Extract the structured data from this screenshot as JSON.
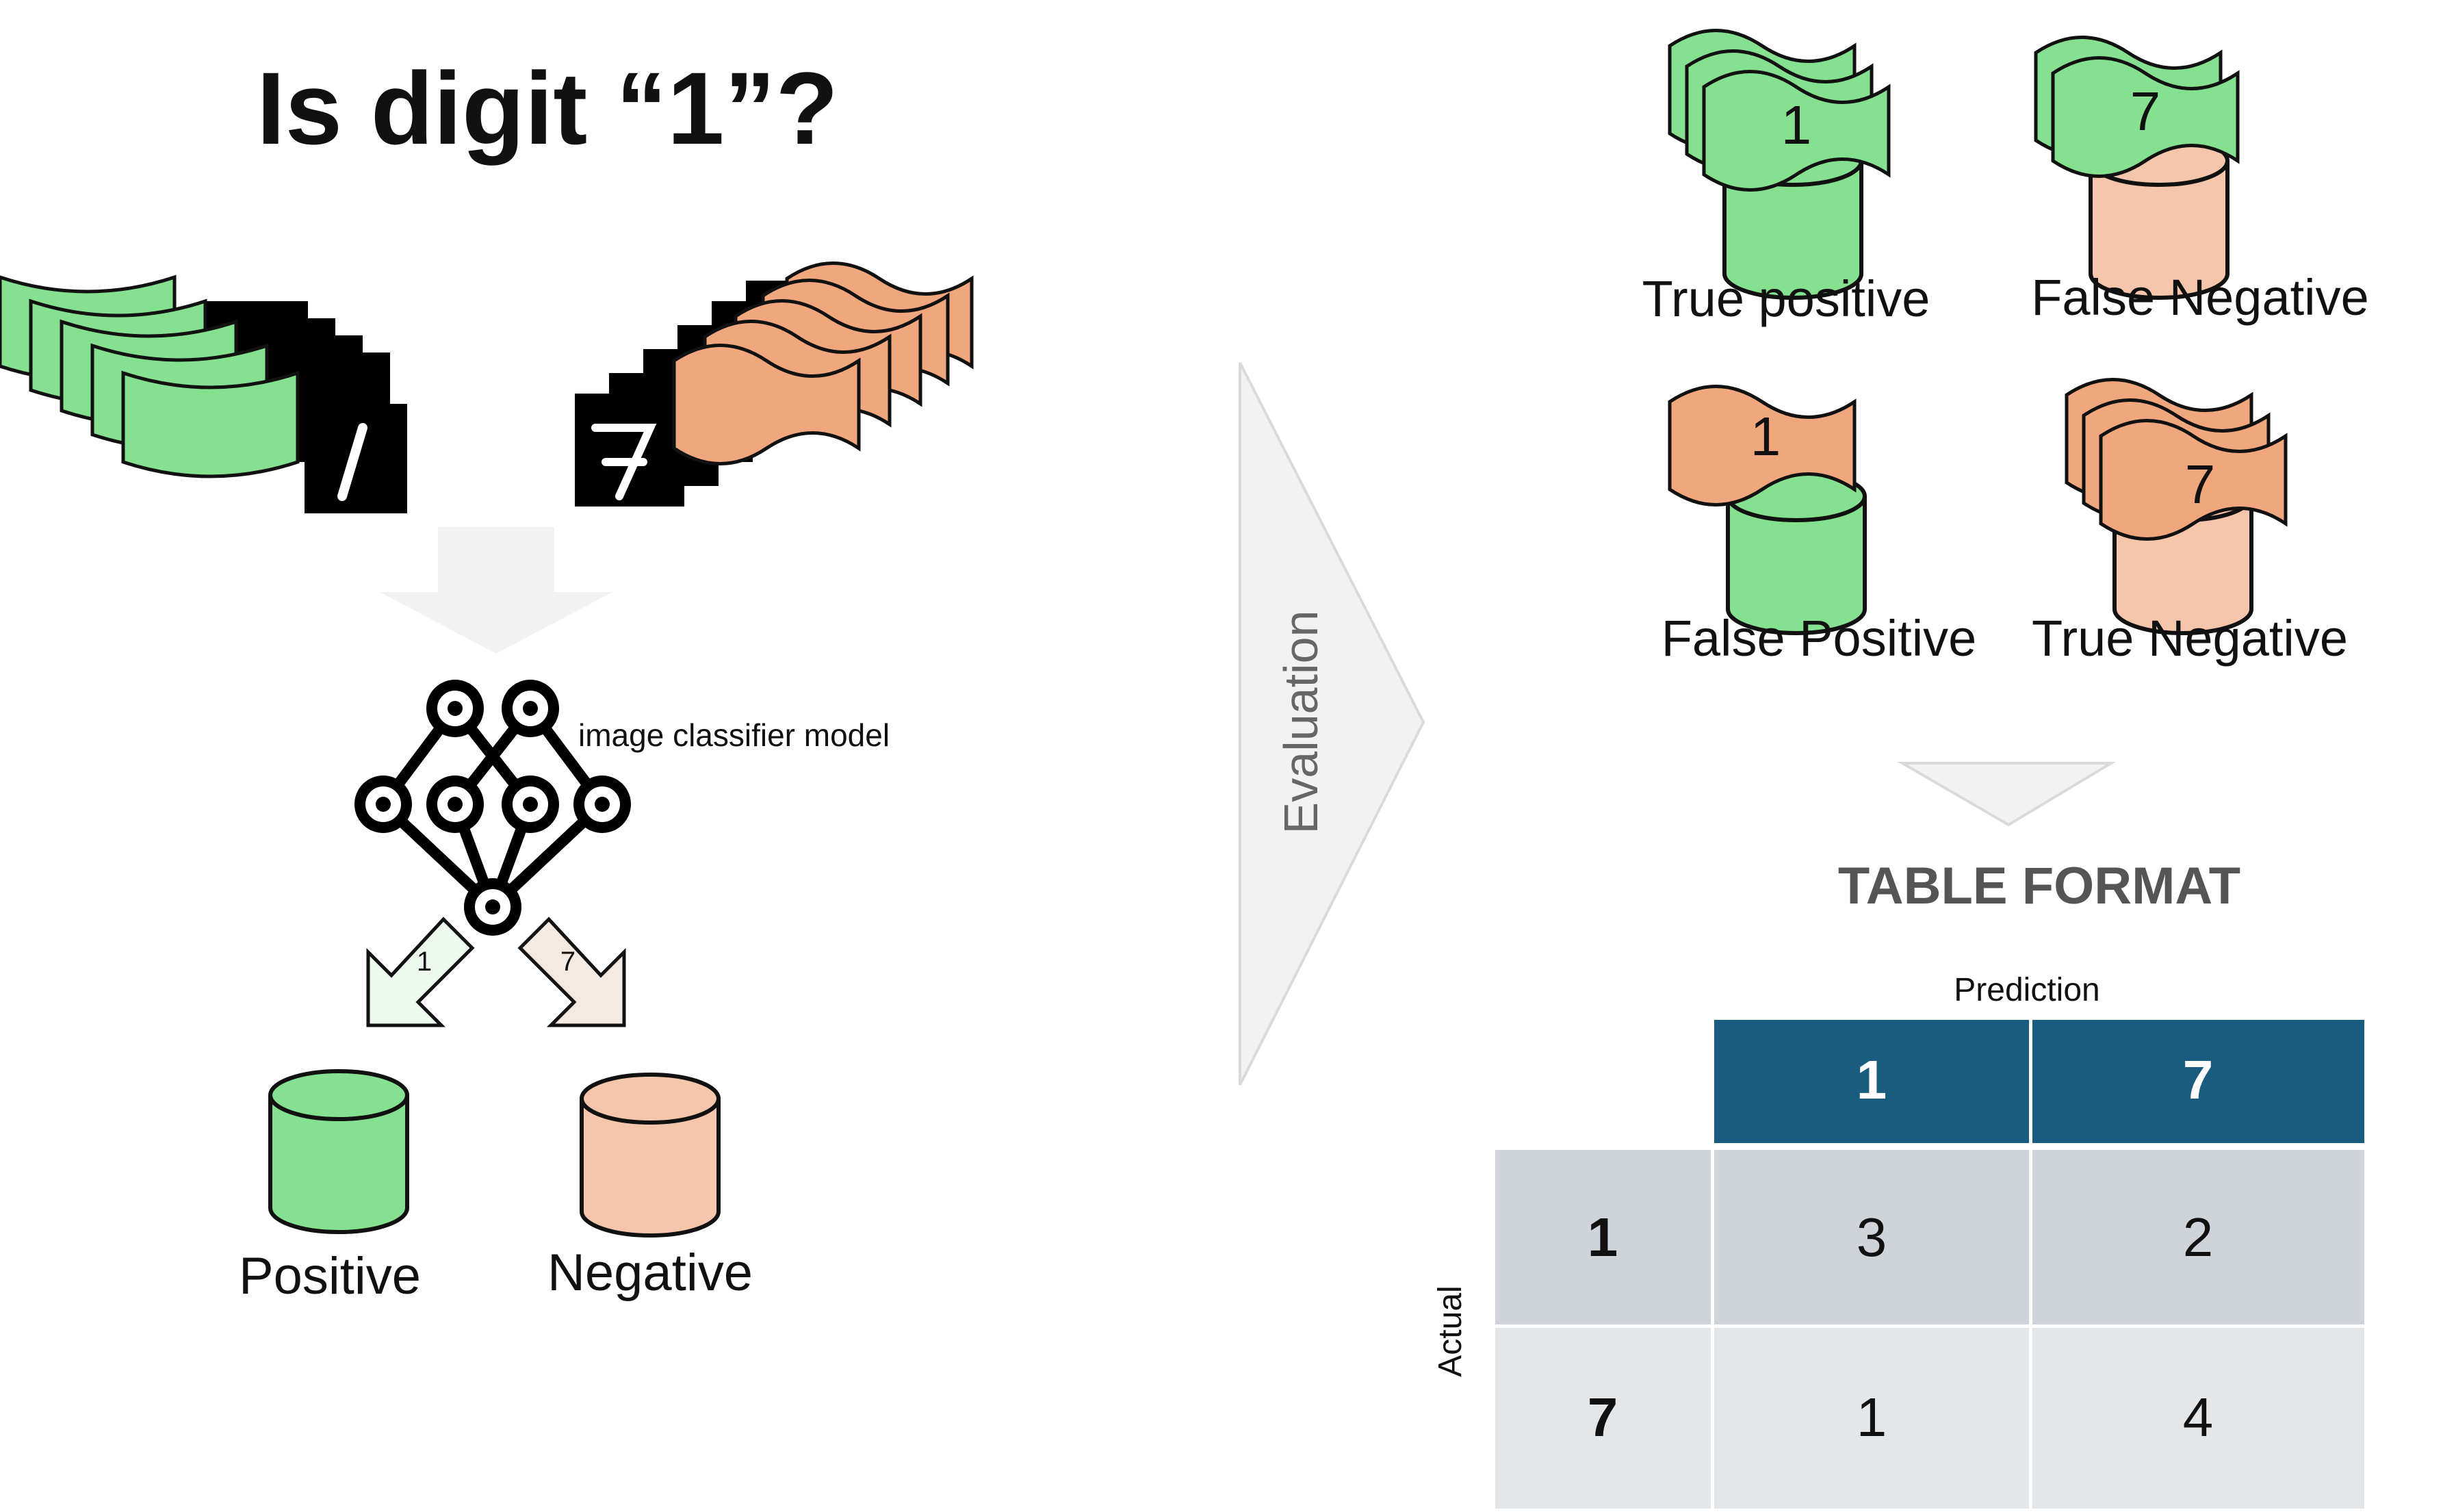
{
  "title": "Is digit “1”?",
  "input_digits": {
    "positive": "1",
    "negative": "7"
  },
  "model": {
    "label": "image classifier model",
    "arrow_left_label": "1",
    "arrow_right_label": "7"
  },
  "outputs": {
    "positive": "Positive",
    "negative": "Negative"
  },
  "evaluation_label": "Evaluation",
  "quadrants": {
    "tp": {
      "label": "True positive",
      "digit": "1"
    },
    "fn": {
      "label": "False Negative",
      "digit": "7"
    },
    "fp": {
      "label": "False Positive",
      "digit": "1"
    },
    "tn": {
      "label": "True Negative",
      "digit": "7"
    }
  },
  "table": {
    "title": "TABLE FORMAT",
    "col_axis_label": "Prediction",
    "row_axis_label": "Actual",
    "col_headers": [
      "1",
      "7"
    ],
    "rows": [
      {
        "header": "1",
        "cells": [
          "3",
          "2"
        ]
      },
      {
        "header": "7",
        "cells": [
          "1",
          "4"
        ]
      }
    ]
  },
  "colors": {
    "green": "#85e08f",
    "salmon": "#f0a77e",
    "peach": "#f5c6ab",
    "table_header": "#1a5c7f",
    "table_row1": "#cfd4da",
    "table_row2": "#e4e7ea",
    "arrow_gray": "#f2f2f2"
  }
}
